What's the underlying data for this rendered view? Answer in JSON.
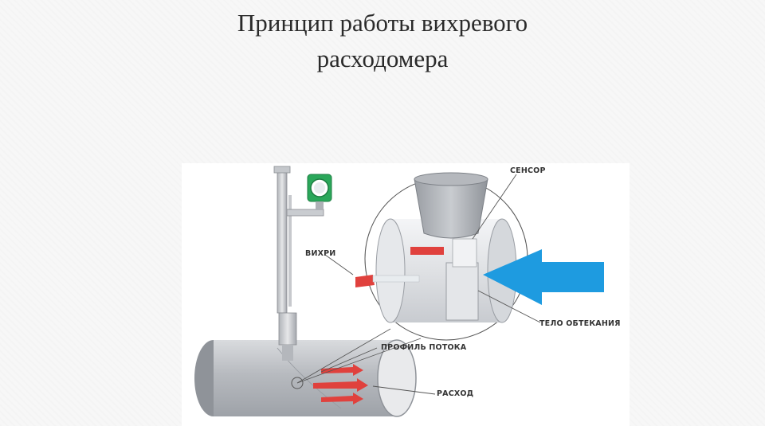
{
  "title": {
    "line1": "Принцип работы вихревого",
    "line2": "расходомера"
  },
  "labels": {
    "sensor": "СЕНСОР",
    "vortices": "ВИХРИ",
    "bluff_body": "ТЕЛО ОБТЕКАНИЯ",
    "flow_profile": "ПРОФИЛЬ ПОТОКА",
    "flow": "РАСХОД"
  },
  "colors": {
    "flow_arrow": "#1e9be0",
    "vortex_marker": "#e0413d",
    "transmitter_head": "#2aa75a",
    "pipe": "#c9cbcf"
  }
}
